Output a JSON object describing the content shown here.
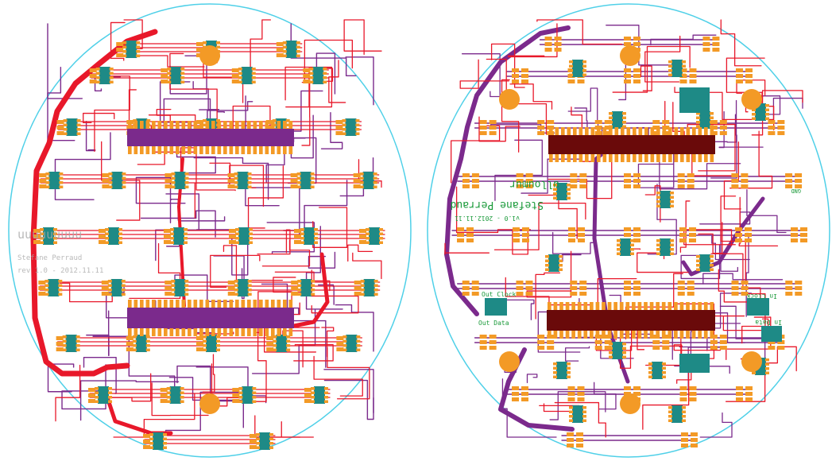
{
  "colors": {
    "outline": "#4fd0e8",
    "top_copper": "#e8182a",
    "bottom_copper": "#7b2a8c",
    "pad": "#f39a26",
    "chip_body": "#1e8a86",
    "silk_green": "#1a9a3a",
    "silk_gray": "#a8a8a8",
    "ground_dark": "#6a0a0a"
  },
  "left_board": {
    "silkscreen": {
      "line1": "uuuuuuuuu",
      "line2": "Stefane Perraud",
      "line3": "rev 1.0 - 2012.11.11"
    }
  },
  "right_board": {
    "silkscreen": {
      "line1": "ulloumur",
      "line2": "Stefane Perraud",
      "line3": "v1.0 - 2012.11.11",
      "out_clock": "Out Clock",
      "out_data": "Out Data",
      "in_clock": "In Clock",
      "in_data": "In Data",
      "gnd": "GND"
    }
  }
}
